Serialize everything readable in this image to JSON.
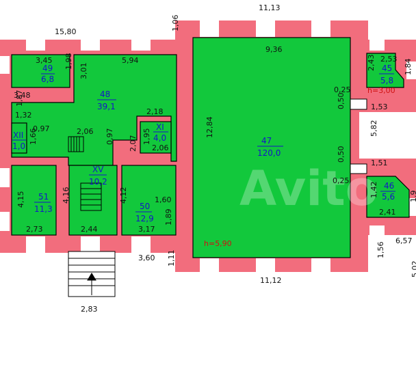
{
  "colors": {
    "wall": "#f26d7d",
    "room": "#12c83c",
    "window": "#ffffff",
    "line": "#000000",
    "label": "#1515c8",
    "height": "#d01010"
  },
  "rooms": [
    {
      "id": "r49",
      "number": "49",
      "area": "6,8"
    },
    {
      "id": "r48",
      "number": "48",
      "area": "39,1"
    },
    {
      "id": "rXII",
      "number": "XII",
      "area": "1,0"
    },
    {
      "id": "rXI",
      "number": "XI",
      "area": "4,0"
    },
    {
      "id": "r47",
      "number": "47",
      "area": "120,0"
    },
    {
      "id": "r51",
      "number": "51",
      "area": "11,3"
    },
    {
      "id": "rXV",
      "number": "XV",
      "area": "10,2"
    },
    {
      "id": "r50",
      "number": "50",
      "area": "12,9"
    },
    {
      "id": "r45",
      "number": "45",
      "area": "5,8"
    },
    {
      "id": "r46",
      "number": "46",
      "area": "5,6"
    }
  ],
  "heights": {
    "main": "h=5,90",
    "small": "h=3,00"
  },
  "dimensions": [
    "11,13",
    "15,80",
    "1,06",
    "9,36",
    "2,53",
    "3,45",
    "1,98",
    "5,94",
    "2,43",
    "1,84",
    "3,01",
    "0,25",
    "3,48",
    "1,87",
    "0,50",
    "1,53",
    "1,32",
    "2,18",
    "0,97",
    "2,06",
    "12,84",
    "5,82",
    "0,97",
    "1,66",
    "1,95",
    "2,07",
    "2,06",
    "0,50",
    "1,51",
    "0,25",
    "4,15",
    "1,42",
    "1,9",
    "4,16",
    "4,12",
    "1,60",
    "2,41",
    "1,89",
    "2,73",
    "2,44",
    "3,17",
    "6,57",
    "3,60",
    "1,11",
    "1,56",
    "5,02",
    "11,12",
    "2,83"
  ],
  "watermark": "Avito"
}
